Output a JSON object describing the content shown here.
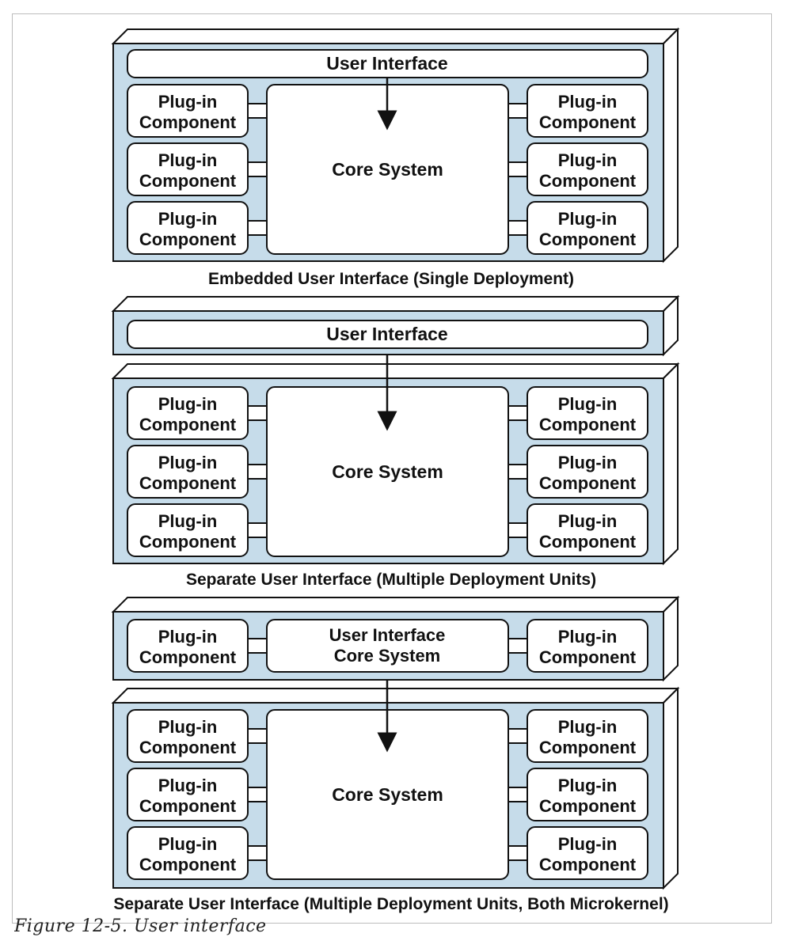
{
  "colors": {
    "panel_fill": "#c6dcea",
    "box_fill": "#ffffff",
    "stroke": "#111111"
  },
  "texts": {
    "plugin_line1": "Plug-in",
    "plugin_line2": "Component",
    "core_system": "Core System",
    "user_interface": "User Interface",
    "ui_core_line1": "User Interface",
    "ui_core_line2": "Core System"
  },
  "sections": [
    {
      "caption": "Embedded User Interface (Single Deployment)"
    },
    {
      "caption": "Separate User Interface (Multiple Deployment Units)"
    },
    {
      "caption": "Separate User Interface (Multiple Deployment Units, Both Microkernel)"
    }
  ],
  "figure_caption": "Figure 12-5. User interface"
}
